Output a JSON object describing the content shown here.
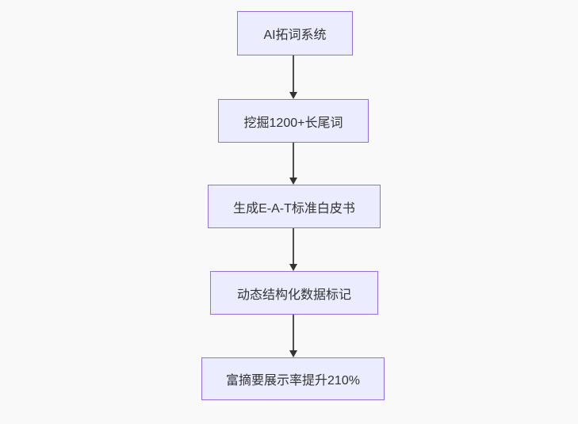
{
  "diagram": {
    "type": "flowchart",
    "direction": "top-down",
    "nodes": [
      {
        "label": "AI拓词系统"
      },
      {
        "label": "挖掘1200+长尾词"
      },
      {
        "label": "生成E-A-T标准白皮书"
      },
      {
        "label": "动态结构化数据标记"
      },
      {
        "label": "富摘要展示率提升210%"
      }
    ],
    "edges": [
      {
        "from": 0,
        "to": 1
      },
      {
        "from": 1,
        "to": 2
      },
      {
        "from": 2,
        "to": 3
      },
      {
        "from": 3,
        "to": 4
      }
    ],
    "colors": {
      "node_fill": "#ececff",
      "node_border": "#9370db",
      "node_text": "#333333",
      "arrow": "#333333",
      "background": "#f9f9f9"
    }
  }
}
